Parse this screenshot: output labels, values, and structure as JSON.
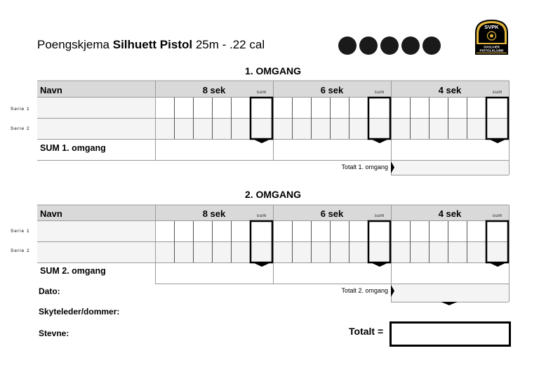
{
  "title": {
    "prefix": "Poengskjema",
    "bold": "Silhuett Pistol",
    "suffix": "25m - .22 cal"
  },
  "logo": {
    "top_text": "SVPK",
    "bottom_line1": "SVOLVÆR",
    "bottom_line2": "PISTOLKLUBB"
  },
  "rounds": [
    {
      "title": "1. OMGANG",
      "name_header": "Navn",
      "phases": [
        "8 sek",
        "6 sek",
        "4 sek"
      ],
      "sum_label": "sum",
      "series": [
        "Serie 1",
        "Serie 2"
      ],
      "sum_row_label": "SUM 1. omgang",
      "total_label": "Totalt 1. omgang"
    },
    {
      "title": "2. OMGANG",
      "name_header": "Navn",
      "phases": [
        "8 sek",
        "6 sek",
        "4 sek"
      ],
      "sum_label": "sum",
      "series": [
        "Serie 1",
        "Serie 2"
      ],
      "sum_row_label": "SUM 2. omgang",
      "total_label": "Totalt 2. omgang"
    }
  ],
  "footer": {
    "date_label": "Dato:",
    "judge_label": "Skyteleder/dommer:",
    "event_label": "Stevne:",
    "grand_total_label": "Totalt ="
  }
}
